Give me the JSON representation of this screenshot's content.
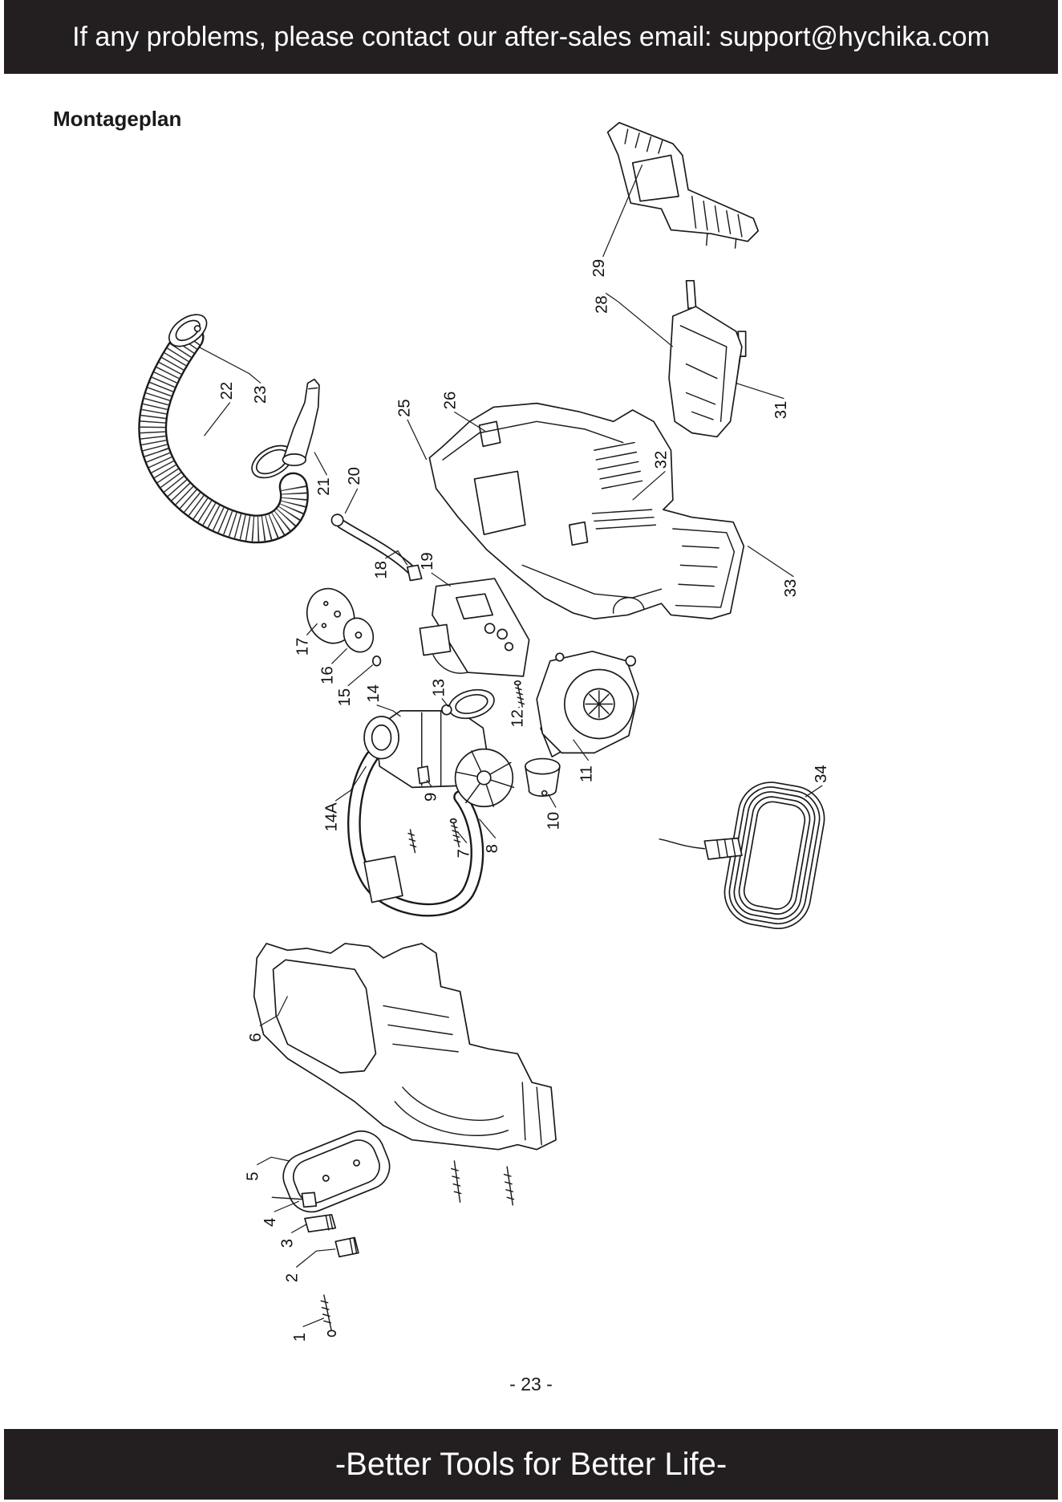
{
  "header": {
    "contact_text": "If any problems, please contact our after-sales email: support@hychika.com"
  },
  "page": {
    "title": "Montageplan",
    "page_number": "- 23 -"
  },
  "footer": {
    "slogan": "-Better Tools for Better Life-"
  },
  "colors": {
    "banner_background": "#231f20",
    "banner_text": "#ffffff",
    "line_art": "#1a1a1a"
  },
  "diagram": {
    "part_labels": [
      "1",
      "2",
      "3",
      "4",
      "5",
      "6",
      "7",
      "8",
      "9",
      "10",
      "11",
      "12",
      "13",
      "14",
      "14A",
      "15",
      "16",
      "17",
      "18",
      "19",
      "20",
      "21",
      "22",
      "23",
      "25",
      "26",
      "28",
      "29",
      "31",
      "32",
      "33",
      "34"
    ]
  }
}
